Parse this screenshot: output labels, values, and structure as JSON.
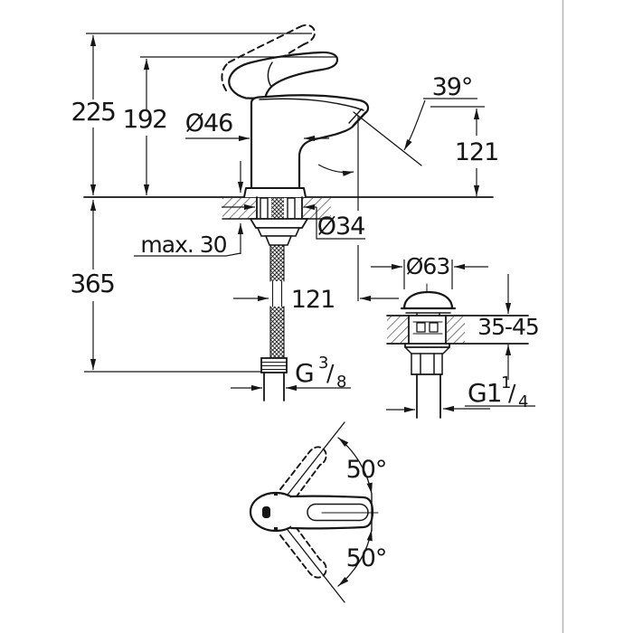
{
  "drawing": {
    "front_view": {
      "overall_height": "225",
      "lever_height": "192",
      "body_diameter": "Ø46",
      "aerator_angle": "39°",
      "outlet_height": "121",
      "shank_diameter": "Ø34",
      "max_deck_thickness": "max. 30",
      "hose_length": "365",
      "spout_reach": "121",
      "hose_thread": {
        "prefix": "G",
        "numerator": "3",
        "slash": "/",
        "denominator": "8"
      }
    },
    "drain_detail": {
      "cap_diameter": "Ø63",
      "deck_thickness_range": "35-45",
      "drain_thread": {
        "prefix": "G1",
        "numerator": "1",
        "slash": "/",
        "denominator": "4"
      }
    },
    "top_view": {
      "swivel_angle_up": "50°",
      "swivel_angle_down": "50°"
    },
    "colors": {
      "line": "#161616",
      "background": "#ffffff",
      "divider": "#b9b9b9"
    }
  }
}
